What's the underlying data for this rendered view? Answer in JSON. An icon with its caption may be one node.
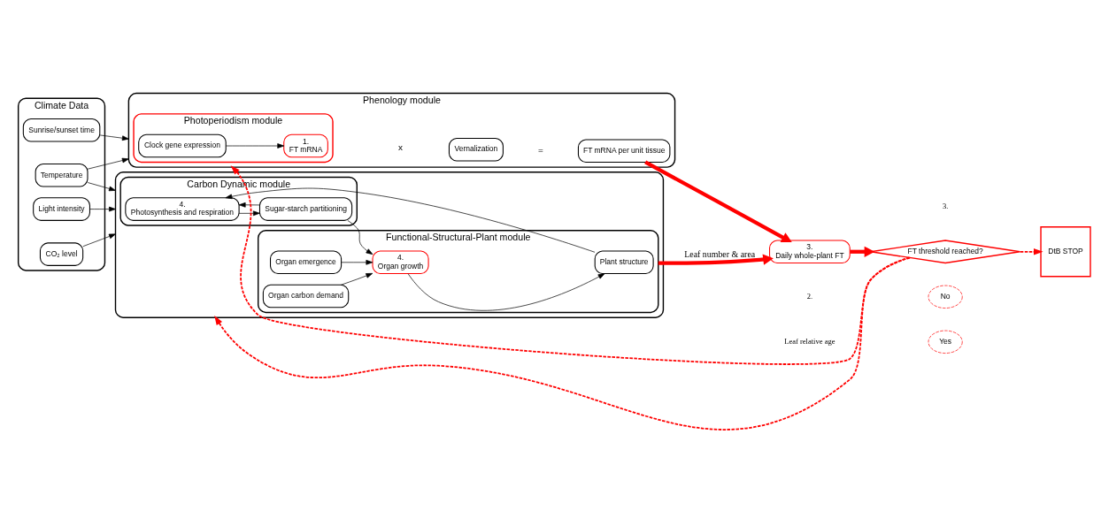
{
  "diagram": {
    "nodes": [
      {
        "text": [
          "Climate Data"
        ]
      },
      {
        "text": [
          "Sunrise/sunset time"
        ],
        "in": 0
      },
      {
        "text": [
          "Temperature"
        ],
        "in": 0
      },
      {
        "text": [
          "CO₂ level"
        ],
        "in": 0
      },
      {
        "text": [
          "Light intensity"
        ],
        "in": 0
      },
      {
        "text": [
          "Phenology module"
        ]
      },
      {
        "text": [
          "Photoperiodism module"
        ],
        "in": 5
      },
      {
        "text": [
          "Clock gene expression"
        ],
        "in": 6
      },
      {
        "text": [
          "1.",
          "FT mRNA"
        ],
        "in": 6
      },
      {
        "text": [
          "Vernalization"
        ],
        "in": 5
      },
      {
        "text": [
          "FT mRNA per unit tissue"
        ],
        "in": 5
      },
      {
        "text": [],
        "shape": "box"
      },
      {
        "text": [
          "Carbon Dynamic module"
        ],
        "in": 11
      },
      {
        "text": [
          "4.",
          "Photosynthesis and respiration"
        ],
        "in": 12
      },
      {
        "text": [
          "Sugar-starch partitioning"
        ],
        "in": 12
      },
      {
        "text": [
          "Functional-Structural-Plant module"
        ],
        "in": 11
      },
      {
        "text": [
          "Plant structure"
        ],
        "in": 15
      },
      {
        "text": [
          "4.",
          "Organ growth"
        ],
        "in": 15
      },
      {
        "text": [
          "Organ carbon demand"
        ],
        "in": 15
      },
      {
        "text": [
          "Organ emergence"
        ],
        "in": 15
      },
      {
        "text": [
          "3.",
          "Daily whole-plant FT"
        ]
      },
      {
        "text": [
          "FT threshold reached?"
        ]
      },
      {
        "text": [
          "No"
        ]
      },
      {
        "text": [
          "Yes"
        ]
      },
      {
        "text": [
          "DtB STOP"
        ]
      }
    ],
    "edges": [
      {
        "from": 1,
        "to": 5,
        "arrow": "to"
      },
      {
        "from": 2,
        "to": 5,
        "arrow": "to"
      },
      {
        "from": 2,
        "to": 11,
        "arrow": "to"
      },
      {
        "from": 3,
        "to": 11,
        "arrow": "to"
      },
      {
        "from": 4,
        "to": 11,
        "arrow": "to"
      },
      {
        "from": 7,
        "to": 8,
        "arrow": "to"
      },
      {
        "from": 10,
        "to": 20,
        "arrow": "to",
        "style": "thick",
        "color": "#ff0000"
      },
      {
        "from": 16,
        "to": 13,
        "arrow": "to"
      },
      {
        "from": 13,
        "to": 14,
        "arrow": "to"
      },
      {
        "from": 14,
        "to": 13,
        "arrow": "to"
      },
      {
        "from": 14,
        "to": 17,
        "arrow": "to"
      },
      {
        "from": 17,
        "to": 16,
        "arrow": "to"
      },
      {
        "from": 18,
        "to": 17,
        "arrow": "to"
      },
      {
        "from": 19,
        "to": 17,
        "arrow": "to"
      },
      {
        "from": 15,
        "to": 20,
        "arrow": "to",
        "label": "Leaf number & area",
        "style": "thick",
        "color": "#ff0000"
      },
      {
        "from": 20,
        "to": 21,
        "arrow": "to",
        "style": "thick",
        "color": "#ff0000"
      },
      {
        "from": 21,
        "to": 24,
        "arrow": "to",
        "style": "dashed",
        "color": "#ff0000"
      },
      {
        "from": 21,
        "to": 5,
        "arrow": "to",
        "style": "dashed",
        "color": "#ff0000"
      },
      {
        "from": 21,
        "to": 11,
        "arrow": "to",
        "style": "dashed",
        "color": "#ff0000"
      }
    ],
    "labels": [
      "x",
      "=",
      "2.",
      "Leaf relative age",
      "3."
    ]
  }
}
